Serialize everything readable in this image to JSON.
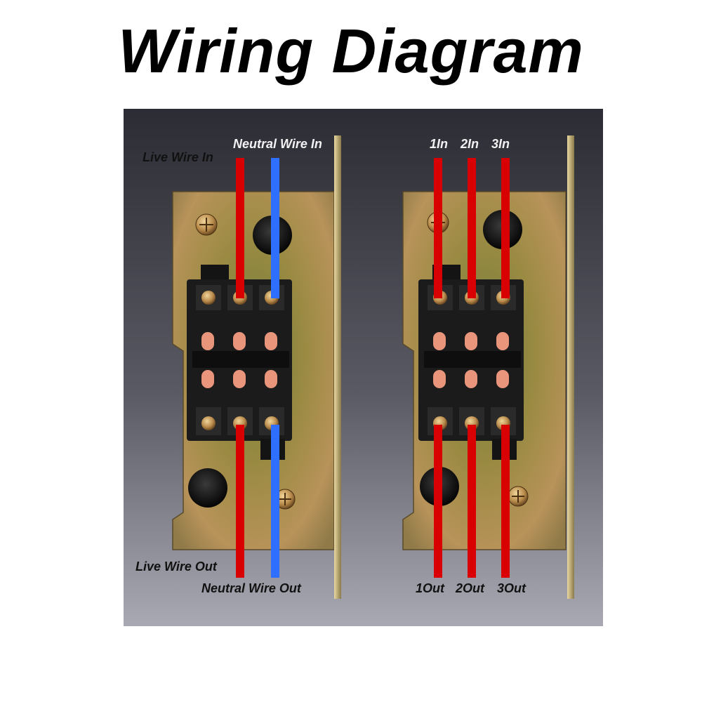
{
  "title": "Wiring Diagram",
  "colors": {
    "live": "#d80000",
    "neutral": "#2f6fff",
    "terminal_block": "#1b1b1b",
    "copper": "#e8957c",
    "plate": "#a08a3a"
  },
  "single_phase": {
    "in_labels": {
      "live": "Live Wire In",
      "neutral": "Neutral Wire In"
    },
    "out_labels": {
      "live": "Live Wire Out",
      "neutral": "Neutral Wire Out"
    }
  },
  "three_phase": {
    "in_labels": [
      "1In",
      "2In",
      "3In"
    ],
    "out_labels": [
      "1Out",
      "2Out",
      "3Out"
    ]
  }
}
